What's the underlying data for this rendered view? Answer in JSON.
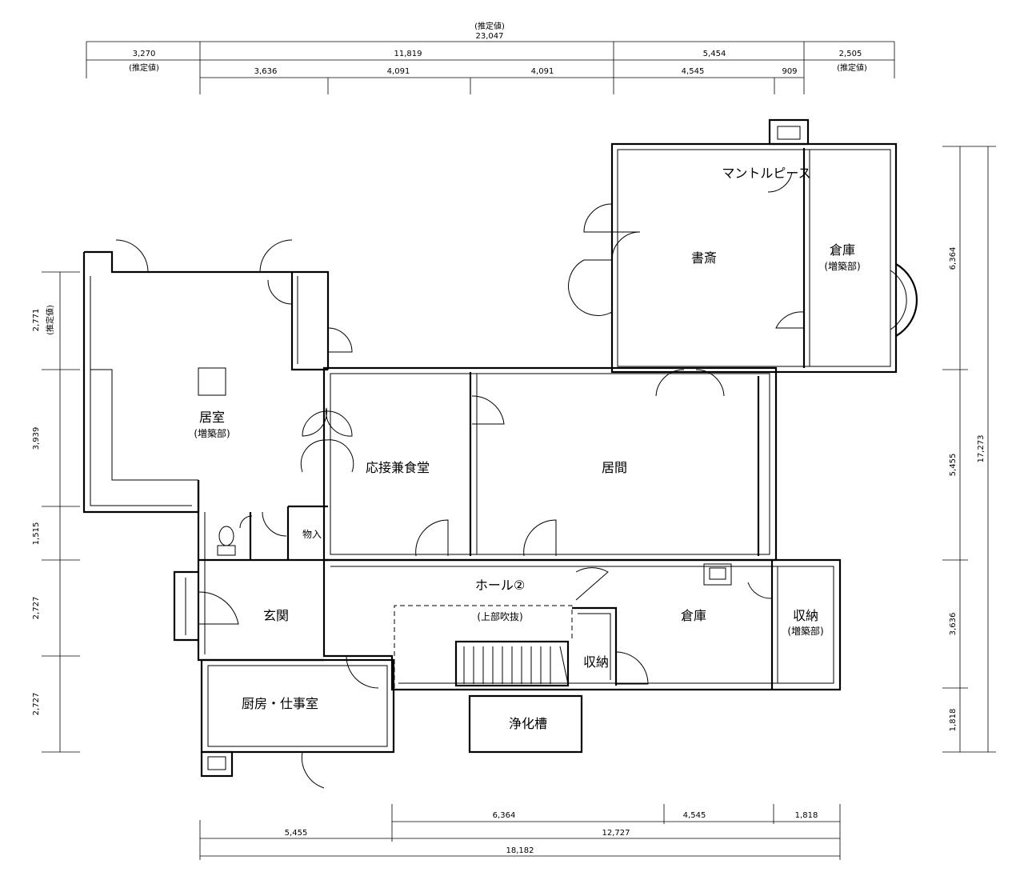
{
  "top_dimensions": {
    "estimate_label": "(推定値)",
    "total": "23,047",
    "row1": [
      "3,270",
      "11,819",
      "5,454",
      "2,505"
    ],
    "row1_left_note": "(推定値)",
    "row1_right_note": "(推定値)",
    "row2": [
      "3,636",
      "4,091",
      "4,091",
      "4,545",
      "909"
    ]
  },
  "left_dimensions": {
    "segments": [
      "2,771",
      "3,939",
      "1,515",
      "2,727",
      "2,727"
    ],
    "first_note": "(推定値)"
  },
  "right_dimensions": {
    "segments": [
      "6,364",
      "5,455",
      "3,636",
      "1,818"
    ],
    "total": "17,273"
  },
  "bottom_dimensions": {
    "row1": [
      "6,364",
      "4,545",
      "1,818"
    ],
    "row2": [
      "5,455",
      "12,727"
    ],
    "total": "18,182"
  },
  "rooms": {
    "mantel": "マントルピース",
    "study": "書斎",
    "storage_top": "倉庫",
    "storage_top_sub": "(増築部)",
    "living_room": "居室",
    "living_room_sub": "(増築部)",
    "reception": "応接兼食堂",
    "ima": "居間",
    "closet_small": "物入",
    "hall": "ホール②",
    "void": "(上部吹抜)",
    "entrance": "玄関",
    "storage_mid": "倉庫",
    "storage2": "収納",
    "storage2_sub": "(増築部)",
    "storage_stairs": "収納",
    "kitchen": "厨房・仕事室",
    "septic": "浄化槽"
  }
}
